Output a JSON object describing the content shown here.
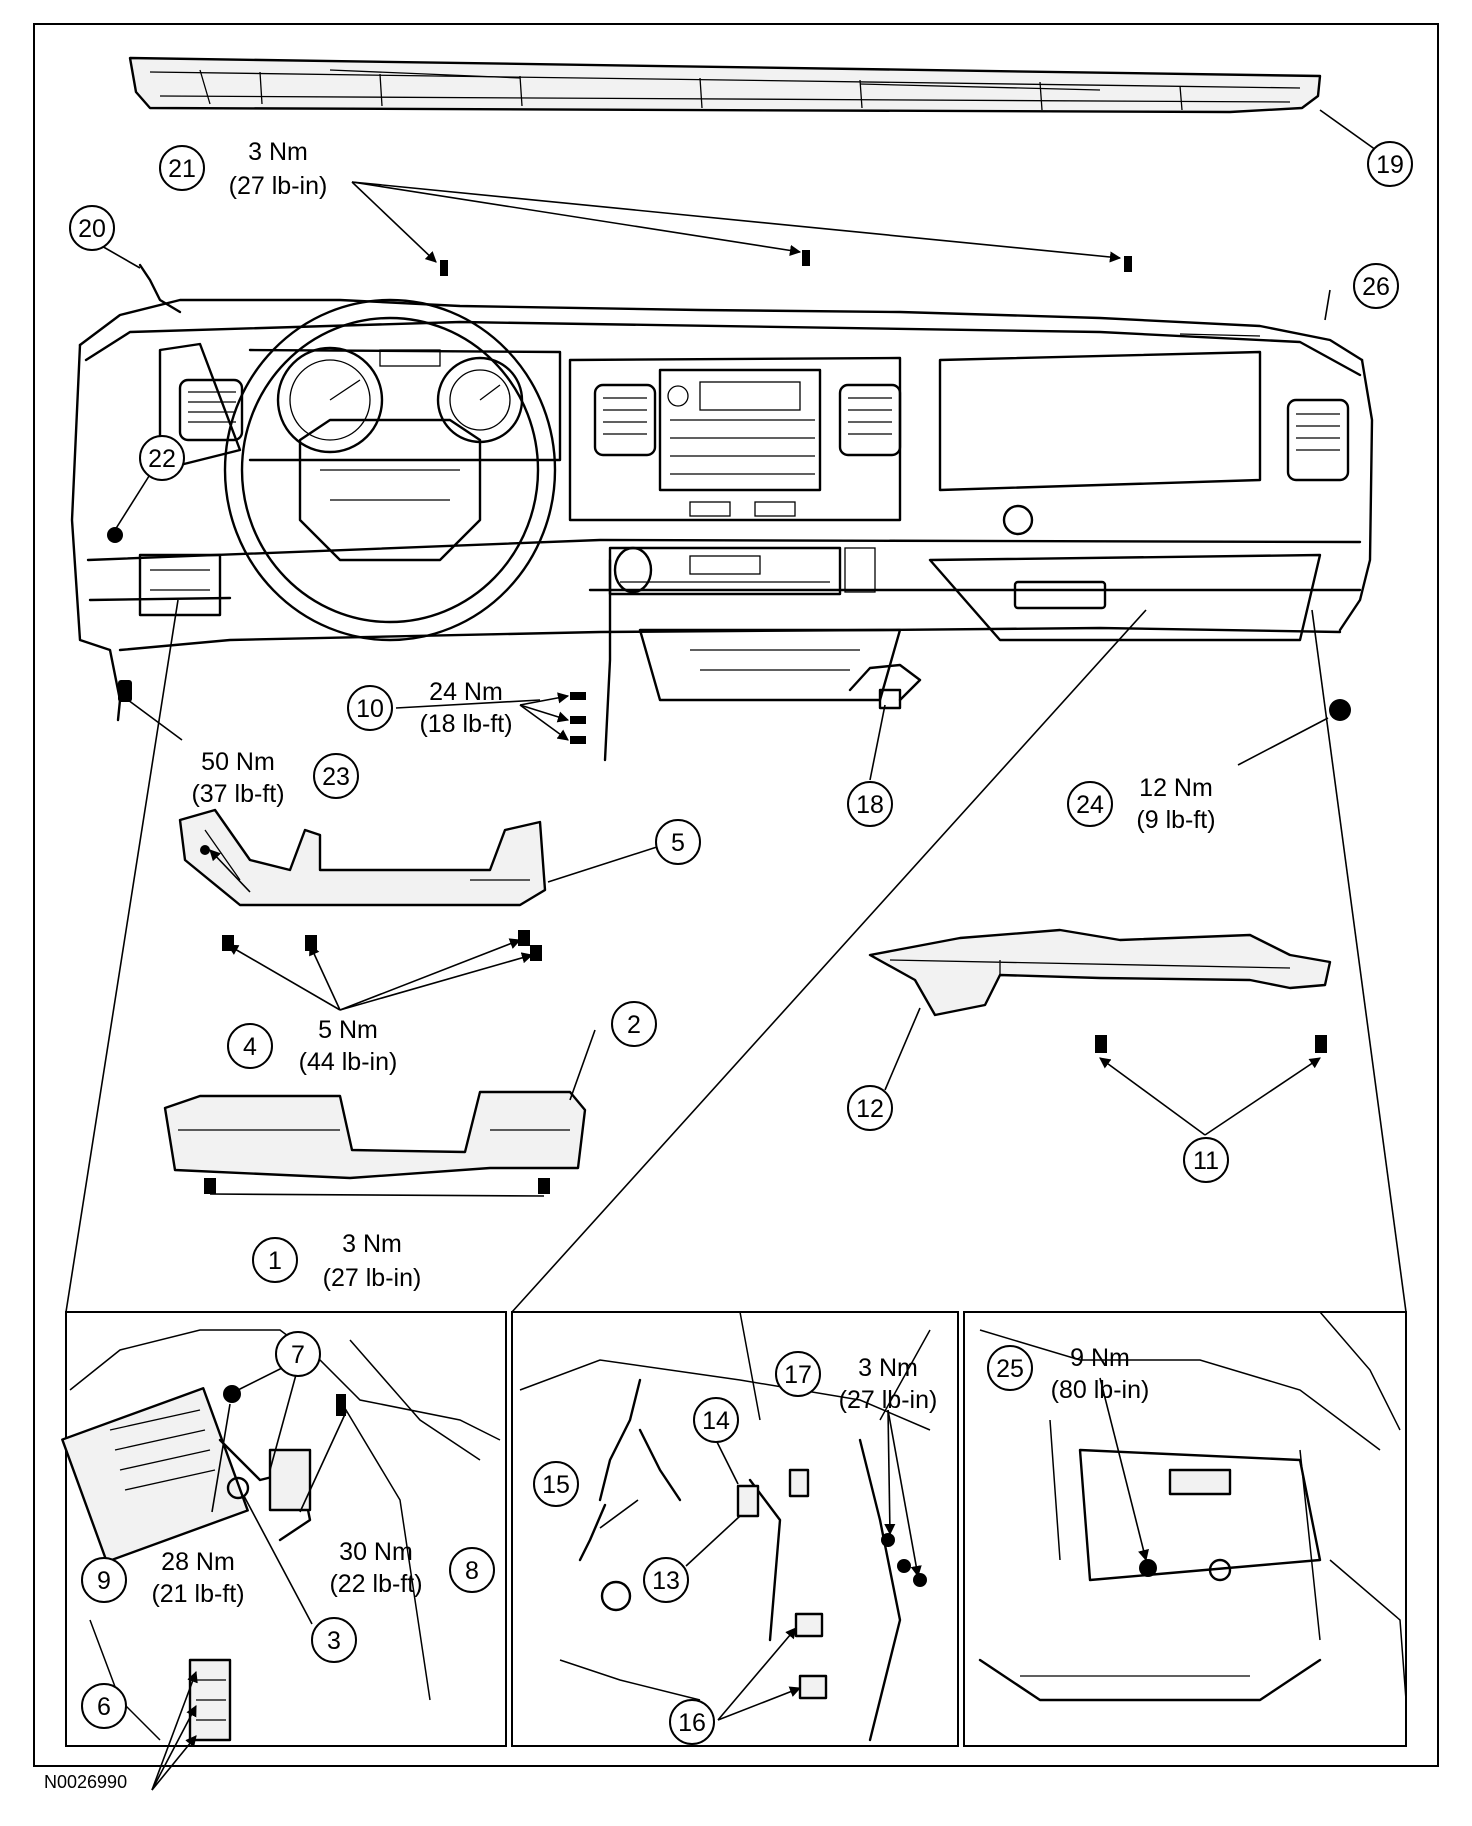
{
  "figure_id": "N0026990",
  "torque_specs": {
    "t21": {
      "nm": "3 Nm",
      "imperial": "(27 lb-in)"
    },
    "t10": {
      "nm": "24 Nm",
      "imperial": "(18 lb-ft)"
    },
    "t23": {
      "nm": "50 Nm",
      "imperial": "(37 lb-ft)"
    },
    "t24": {
      "nm": "12 Nm",
      "imperial": "(9 lb-ft)"
    },
    "t4": {
      "nm": "5 Nm",
      "imperial": "(44 lb-in)"
    },
    "t1": {
      "nm": "3 Nm",
      "imperial": "(27 lb-in)"
    },
    "t28": {
      "nm": "28 Nm",
      "imperial": "(21 lb-ft)"
    },
    "t30": {
      "nm": "30 Nm",
      "imperial": "(22 lb-ft)"
    },
    "t17": {
      "nm": "3 Nm",
      "imperial": "(27 lb-in)"
    },
    "t25": {
      "nm": "9 Nm",
      "imperial": "(80 lb-in)"
    }
  },
  "callouts": {
    "c1": "1",
    "c2": "2",
    "c3": "3",
    "c4": "4",
    "c5": "5",
    "c6": "6",
    "c7": "7",
    "c8": "8",
    "c9": "9",
    "c10": "10",
    "c11": "11",
    "c12": "12",
    "c13": "13",
    "c14": "14",
    "c15": "15",
    "c16": "16",
    "c17": "17",
    "c18": "18",
    "c19": "19",
    "c20": "20",
    "c21": "21",
    "c22": "22",
    "c23": "23",
    "c24": "24",
    "c25": "25",
    "c26": "26"
  }
}
